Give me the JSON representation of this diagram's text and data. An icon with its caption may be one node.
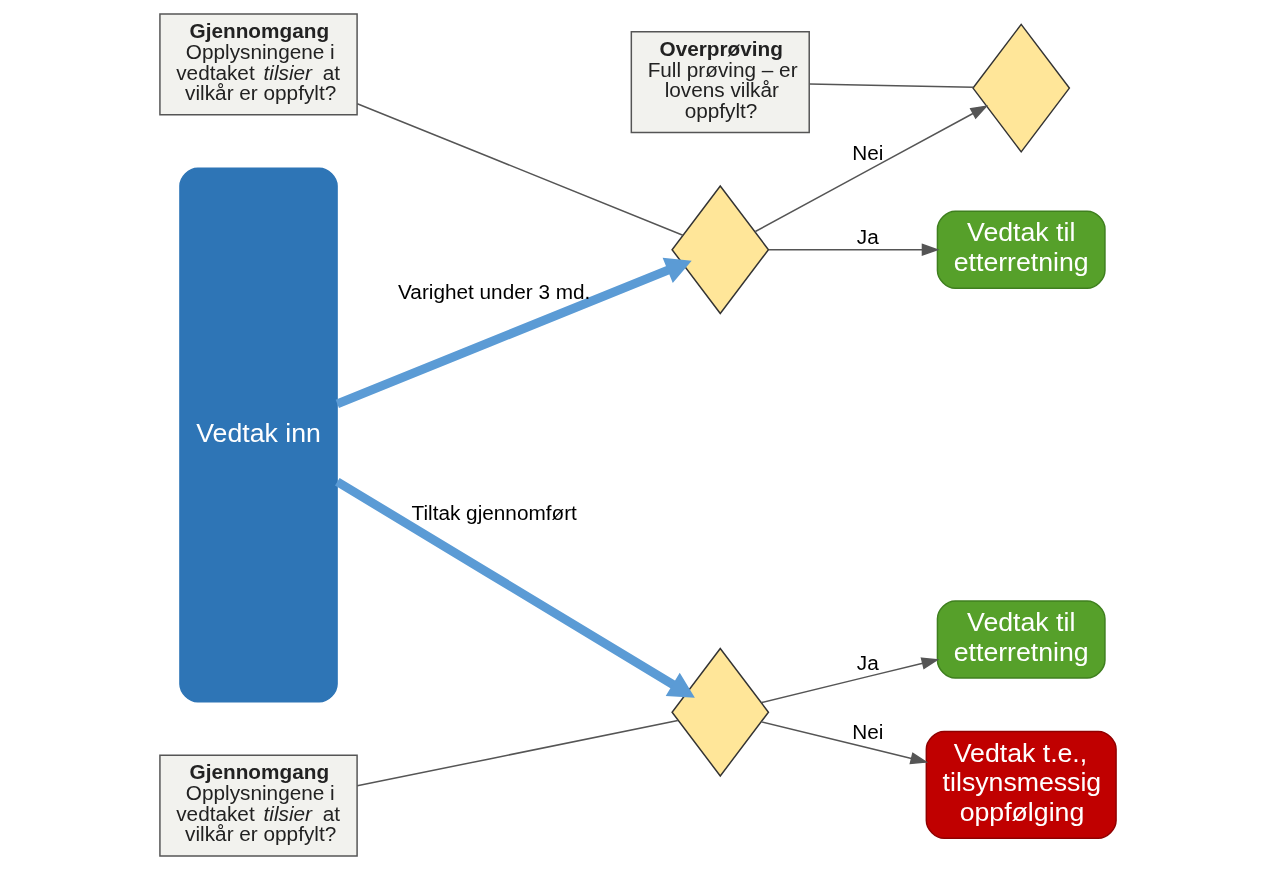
{
  "diagram": {
    "nodes": [
      {
        "text": [
          "Vedtak inn"
        ]
      },
      {
        "text": [
          "Overprøving",
          "Full prøving – er lovens vilkår oppfylt?"
        ]
      },
      {
        "text": [],
        "shape": "diamond"
      },
      {
        "text": [],
        "shape": "diamond"
      },
      {
        "text": [
          "Gjennomgang",
          "Opplysningene i vedtaket *tilsier* at vilkår er oppfylt?"
        ]
      },
      {
        "text": [
          "Vedtak til etterretning"
        ]
      },
      {
        "text": [],
        "shape": "diamond"
      },
      {
        "text": [
          "Vedtak t.e., tilsynsmessig oppfølging"
        ]
      },
      {
        "text": [
          "Vedtak til etterretning"
        ]
      },
      {
        "text": [
          "Gjennomgang",
          "Opplysningene i vedtaket *tilsier* at vilkår er oppfylt?"
        ]
      }
    ],
    "edges": [
      {
        "from": 0,
        "to": 3,
        "arrow": "to",
        "label": "Varighet under 3 md.",
        "style": "thick",
        "color": "#5b9bd5"
      },
      {
        "from": 3,
        "to": 2,
        "arrow": "to",
        "label": "Nei"
      },
      {
        "from": 3,
        "to": 5,
        "arrow": "to",
        "label": "Ja"
      },
      {
        "from": 0,
        "to": 6,
        "arrow": "to",
        "label": "Tiltak gjennomført",
        "style": "thick",
        "color": "#5b9bd5"
      },
      {
        "from": 6,
        "to": 7,
        "arrow": "to",
        "label": "Nei"
      },
      {
        "from": 6,
        "to": 8,
        "arrow": "to",
        "label": "Ja"
      },
      {
        "from": 1,
        "to": 2,
        "arrow": "none"
      },
      {
        "from": 4,
        "to": 3,
        "arrow": "none"
      },
      {
        "from": 9,
        "to": 6,
        "arrow": "none"
      }
    ]
  }
}
